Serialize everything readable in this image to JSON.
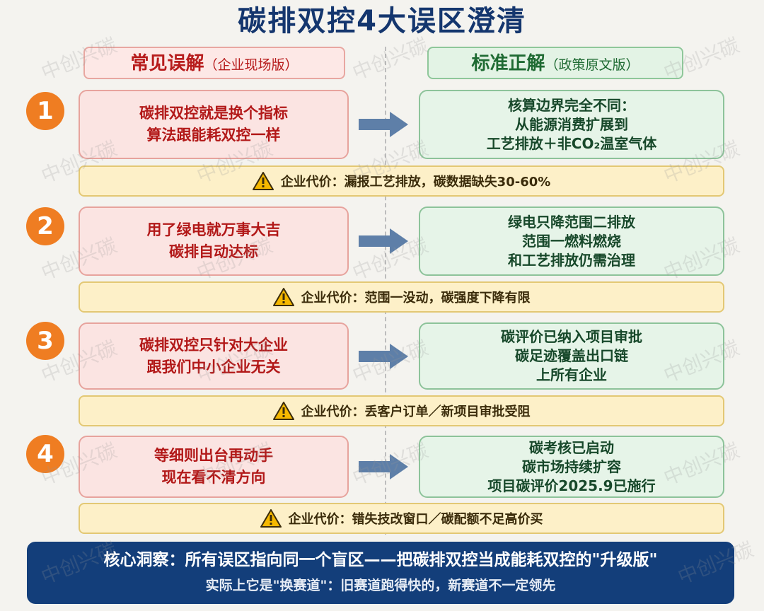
{
  "title": "碳排双控4大误区澄清",
  "watermark": "中创兴碳",
  "headers": {
    "left_main": "常见误解",
    "left_sub": "（企业现场版）",
    "right_main": "标准正解",
    "right_sub": "（政策原文版）"
  },
  "colors": {
    "title": "#14366e",
    "number_badge": "#ef7d22",
    "misconception_text": "#b71c1c",
    "correct_text": "#17482a",
    "cost_bg": "#fdf0c8",
    "insight_bg": "#133e7a"
  },
  "items": [
    {
      "number": "1",
      "misconception": [
        "碳排双控就是换个指标",
        "算法跟能耗双控一样"
      ],
      "correct": [
        "核算边界完全不同：",
        "从能源消费扩展到",
        "工艺排放＋非CO₂温室气体"
      ],
      "cost": "企业代价：漏报工艺排放，碳数据缺失30-60%"
    },
    {
      "number": "2",
      "misconception": [
        "用了绿电就万事大吉",
        "碳排自动达标"
      ],
      "correct": [
        "绿电只降范围二排放",
        "范围一燃料燃烧",
        "和工艺排放仍需治理"
      ],
      "cost": "企业代价：范围一没动，碳强度下降有限"
    },
    {
      "number": "3",
      "misconception": [
        "碳排双控只针对大企业",
        "跟我们中小企业无关"
      ],
      "correct": [
        "碳评价已纳入项目审批",
        "碳足迹覆盖出口链",
        "上所有企业"
      ],
      "cost": "企业代价：丢客户订单／新项目审批受阻"
    },
    {
      "number": "4",
      "misconception": [
        "等细则出台再动手",
        "现在看不清方向"
      ],
      "correct": [
        "碳考核已启动",
        "碳市场持续扩容",
        "项目碳评价2025.9已施行"
      ],
      "cost": "企业代价：错失技改窗口／碳配额不足高价买"
    }
  ],
  "insight": {
    "line1": "核心洞察：所有误区指向同一个盲区——把碳排双控当成能耗双控的\"升级版\"",
    "line2": "实际上它是\"换赛道\"：旧赛道跑得快的，新赛道不一定领先"
  }
}
